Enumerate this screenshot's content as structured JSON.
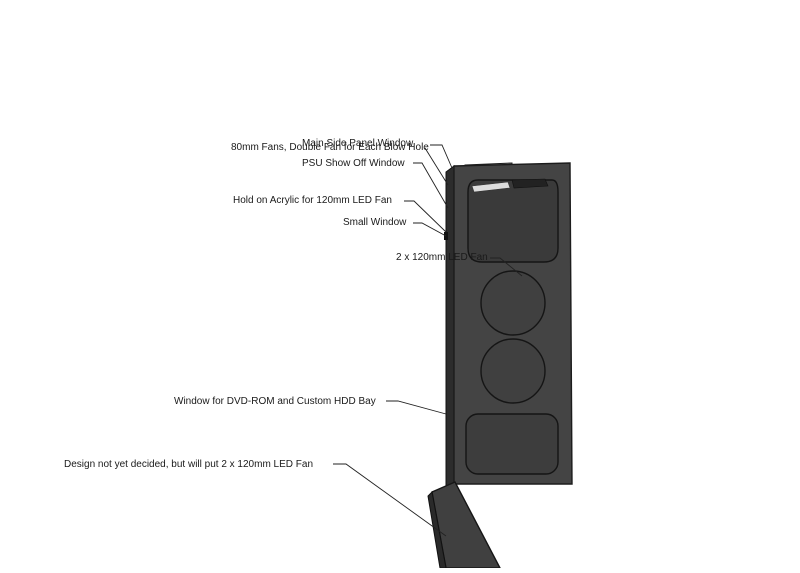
{
  "diagram": {
    "labels": {
      "main_side_panel_window": "Main Side Panel Window",
      "fans_80mm": "80mm Fans, Double Fan for Each Blow Hole",
      "psu_show_off_window": "PSU Show Off Window",
      "hold_on_acrylic": "Hold on Acrylic for 120mm LED Fan",
      "small_window": "Small Window",
      "led_fans_120mm": "2 x 120mm LED Fan",
      "dvd_rom_window": "Window for DVD-ROM and Custom HDD Bay",
      "design_not_decided": "Design not yet decided, but will put 2 x 120mm LED Fan"
    },
    "colors": {
      "case_body": "#444444",
      "case_front": "#3a3a3a",
      "case_edge": "#1c1c1c",
      "leader_line": "#222222",
      "background": "#ffffff"
    }
  }
}
